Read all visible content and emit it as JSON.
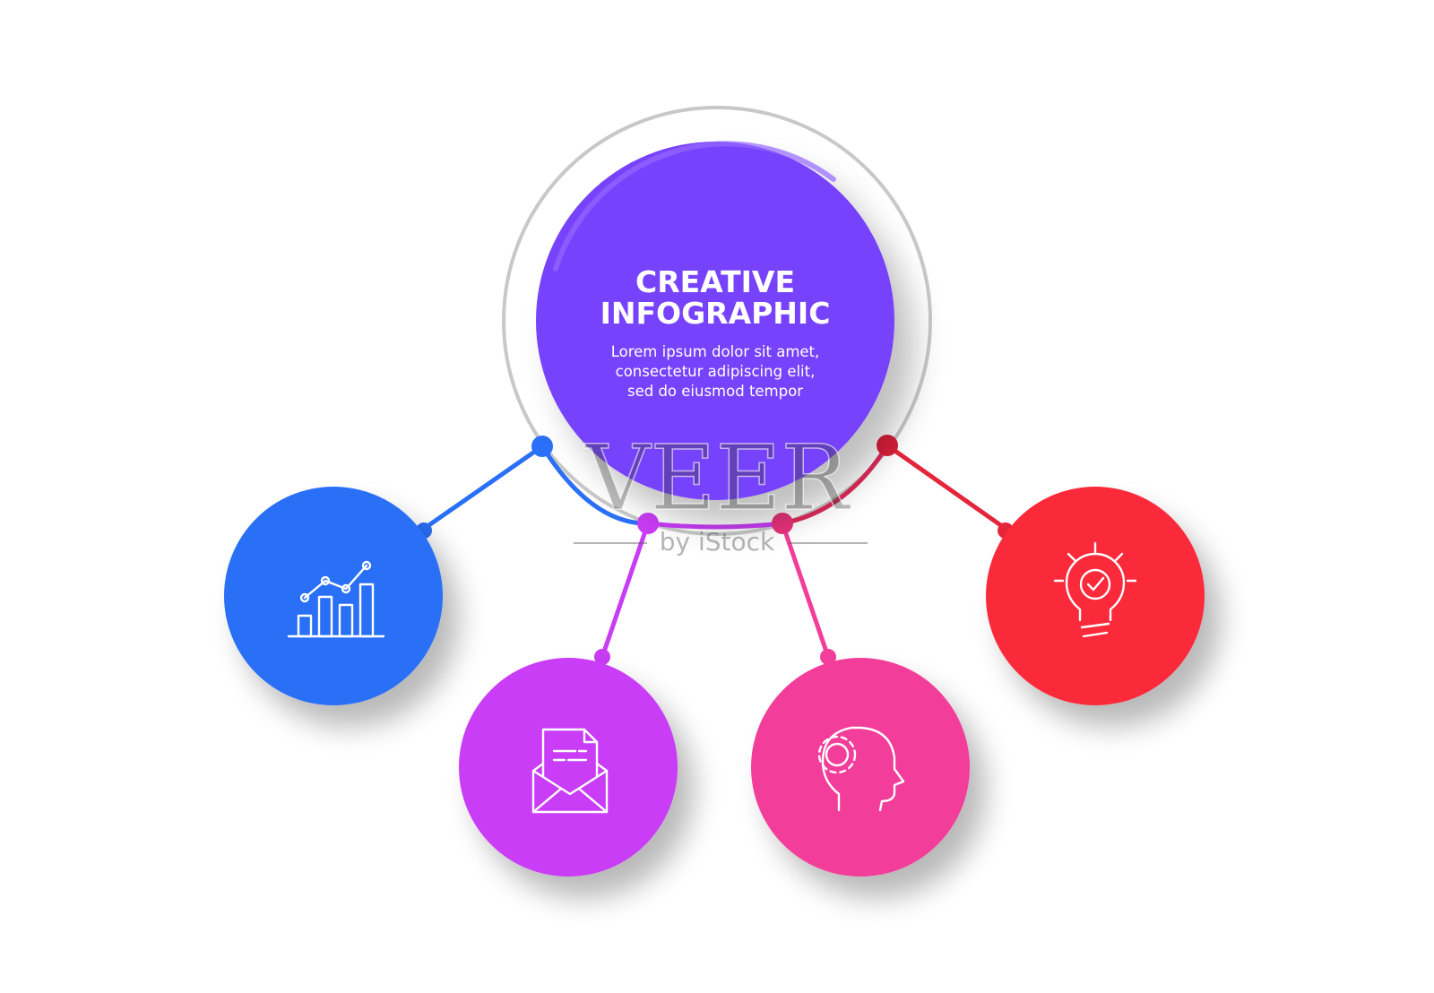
{
  "hub": {
    "title_line1": "CREATIVE",
    "title_line2": "INFOGRAPHIC",
    "body_line1": "Lorem ipsum dolor sit amet,",
    "body_line2": "consectetur adipiscing elit,",
    "body_line3": "sed do eiusmod tempor",
    "color": "#7742fb"
  },
  "nodes": [
    {
      "icon": "bar-chart-icon",
      "color": "#2a6ff7"
    },
    {
      "icon": "envelope-document-icon",
      "color": "#c83cf5"
    },
    {
      "icon": "gear-head-icon",
      "color": "#f23e9a"
    },
    {
      "icon": "lightbulb-check-icon",
      "color": "#fb2a3a"
    }
  ],
  "watermark": {
    "main": "VEER",
    "sub": "by iStock"
  }
}
